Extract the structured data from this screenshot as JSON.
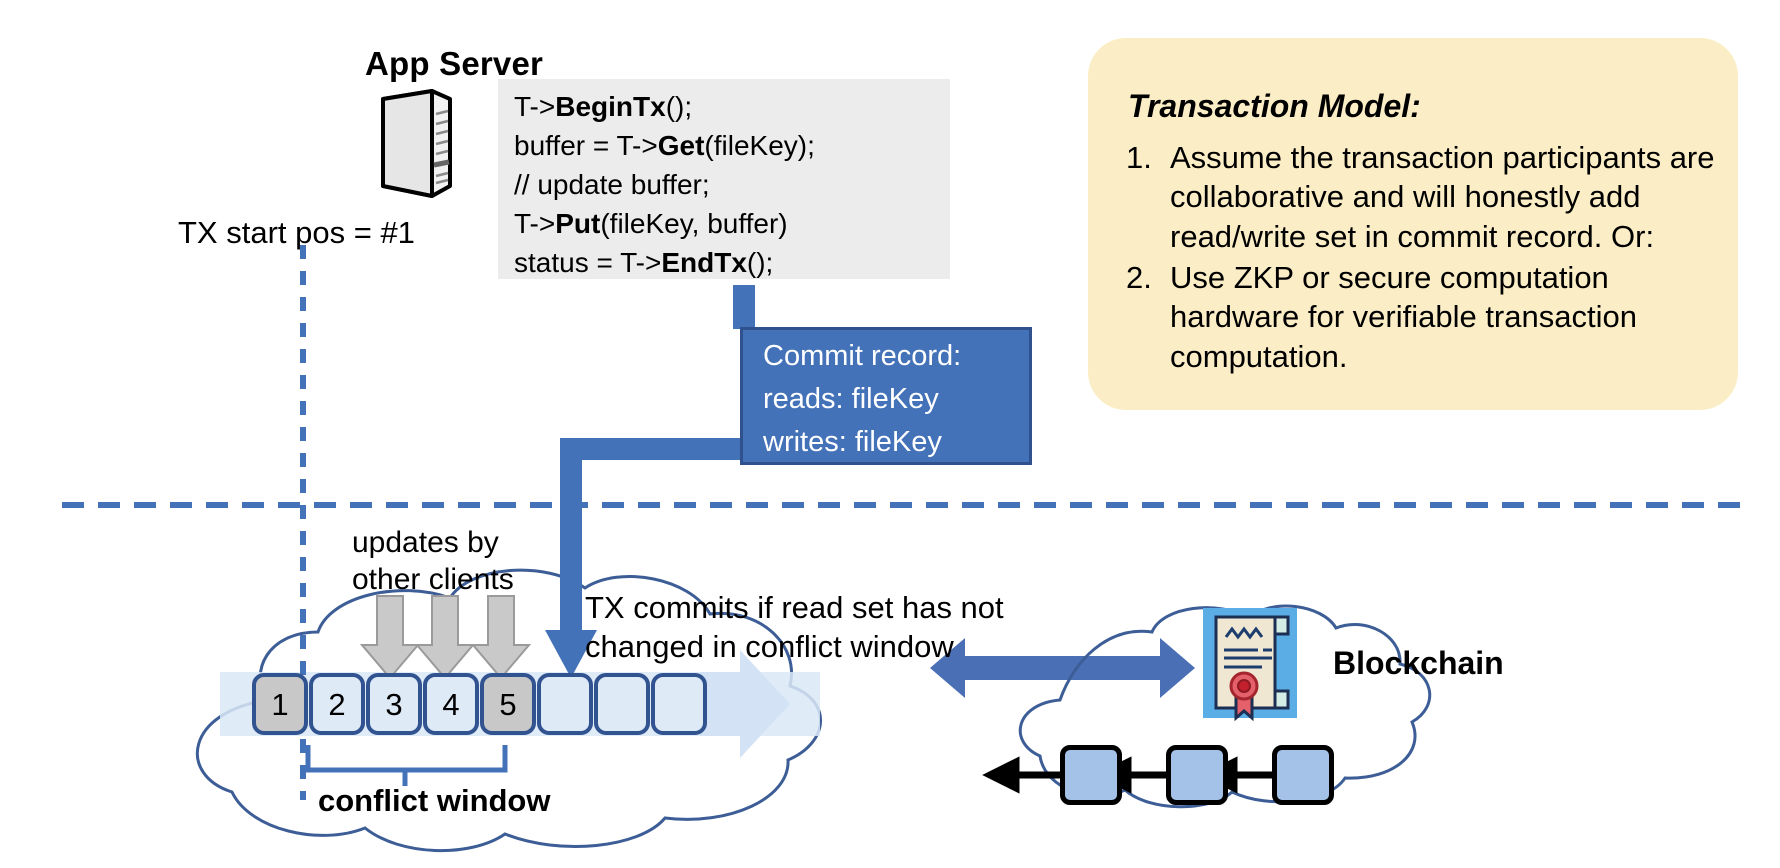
{
  "title": "Transaction commit flow over a shared log and blockchain",
  "app_server": {
    "label": "App Server",
    "icon": "server-tower-icon",
    "code_lines": [
      {
        "pre": "T->",
        "bold": "BeginTx",
        "post": "();"
      },
      {
        "pre": "buffer = T->",
        "bold": "Get",
        "post": "(fileKey);"
      },
      {
        "pre": "// update buffer;",
        "bold": "",
        "post": ""
      },
      {
        "pre": "T->",
        "bold": "Put",
        "post": "(fileKey, buffer)"
      },
      {
        "pre": "status = T->",
        "bold": "EndTx",
        "post": "();"
      }
    ],
    "code_plain": [
      "T->BeginTx();",
      "buffer = T->Get(fileKey);",
      "// update buffer;",
      "T->Put(fileKey, buffer)",
      "status = T->EndTx();"
    ]
  },
  "tx_start": {
    "label": "TX start pos = #1"
  },
  "commit_record": {
    "title": "Commit record:",
    "reads": "reads: fileKey",
    "writes": "writes: fileKey",
    "fill": "#4472b8",
    "border": "#2f528f"
  },
  "transaction_model": {
    "title": "Transaction Model:",
    "fill": "#fbedc5",
    "items": [
      {
        "num": "1.",
        "text": "Assume the transaction participants are collaborative and will honestly add read/write set in commit record.  Or:"
      },
      {
        "num": "2.",
        "text": "Use ZKP or secure computation hardware for verifiable transaction computation."
      }
    ]
  },
  "log": {
    "updates_label_line1": "updates by",
    "updates_label_line2": "other clients",
    "commit_note_line1": "TX commits if read set has not",
    "commit_note_line2": "changed in conflict window",
    "conflict_window_label": "conflict window",
    "cells": [
      {
        "label": "1",
        "shade": "grey"
      },
      {
        "label": "2",
        "shade": "light"
      },
      {
        "label": "3",
        "shade": "light"
      },
      {
        "label": "4",
        "shade": "light"
      },
      {
        "label": "5",
        "shade": "grey"
      },
      {
        "label": "",
        "shade": "light"
      },
      {
        "label": "",
        "shade": "light"
      },
      {
        "label": "",
        "shade": "light"
      }
    ],
    "update_arrow_cells": [
      "2",
      "3",
      "4"
    ],
    "commit_arrow_cell": "5",
    "cell_border": "#31538f",
    "cell_fill_light": "#dfeaf7",
    "cell_fill_grey": "#c8c8c8"
  },
  "blockchain": {
    "label": "Blockchain",
    "icon": "certificate-seal-icon",
    "blocks": 3,
    "block_fill": "#a4c2e8",
    "cloud_stroke": "#3c5d96"
  },
  "colors": {
    "accent_blue": "#4472b8",
    "dark_blue": "#2f528f",
    "dashed_blue": "#4472b8",
    "grey_arrow": "#bfbfbf",
    "code_bg": "#ececec"
  }
}
